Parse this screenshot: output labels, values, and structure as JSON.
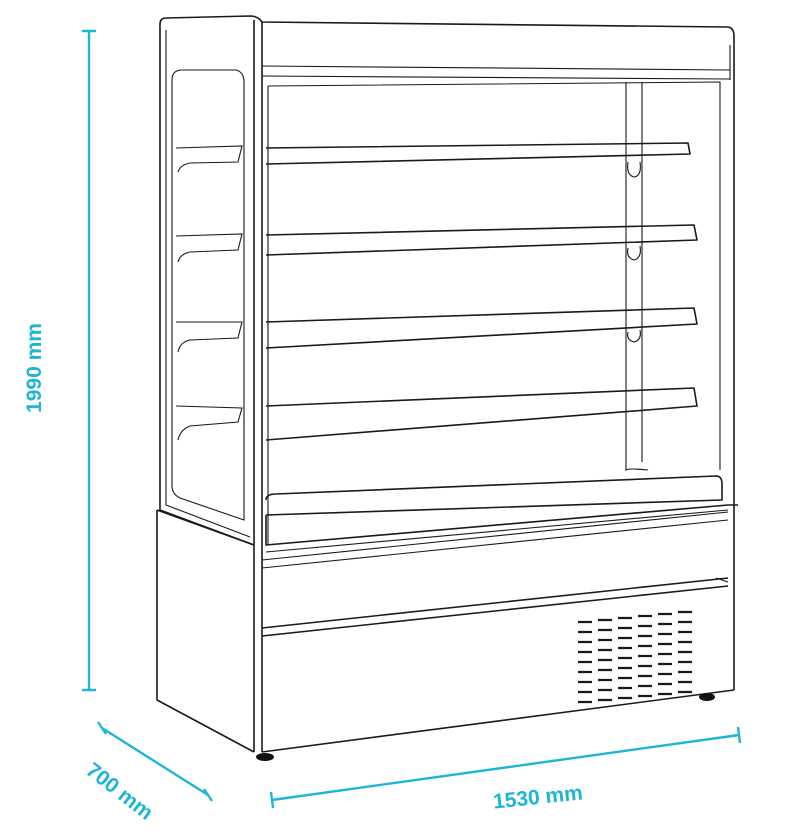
{
  "dimensions": {
    "height": "1990 mm",
    "depth": "700 mm",
    "width": "1530 mm"
  },
  "colors": {
    "dimension": "#1fb5d6",
    "outline": "#1a1a1a"
  }
}
